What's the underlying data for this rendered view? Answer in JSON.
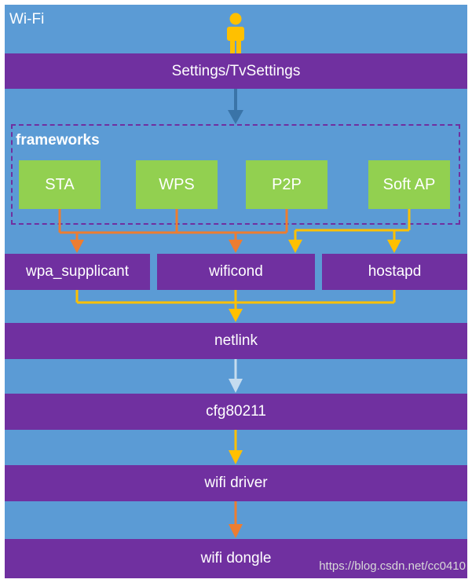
{
  "diagram": {
    "title": "Wi-Fi",
    "top_bar": "Settings/TvSettings",
    "frameworks": {
      "label": "frameworks",
      "items": [
        "STA",
        "WPS",
        "P2P",
        "Soft AP"
      ]
    },
    "daemons": [
      "wpa_supplicant",
      "wificond",
      "hostapd"
    ],
    "layers": [
      "netlink",
      "cfg80211",
      "wifi driver",
      "wifi dongle"
    ],
    "icons": [
      "user-icon"
    ],
    "colors": {
      "background": "#5b9bd5",
      "layer": "#7030a0",
      "framework_box": "#92d050",
      "arrow_blue": "#3a74a8",
      "arrow_orange": "#ed7d31",
      "arrow_yellow": "#ffc000",
      "arrow_lightblue": "#c5dcef"
    },
    "watermark": "https://blog.csdn.net/cc0410"
  }
}
